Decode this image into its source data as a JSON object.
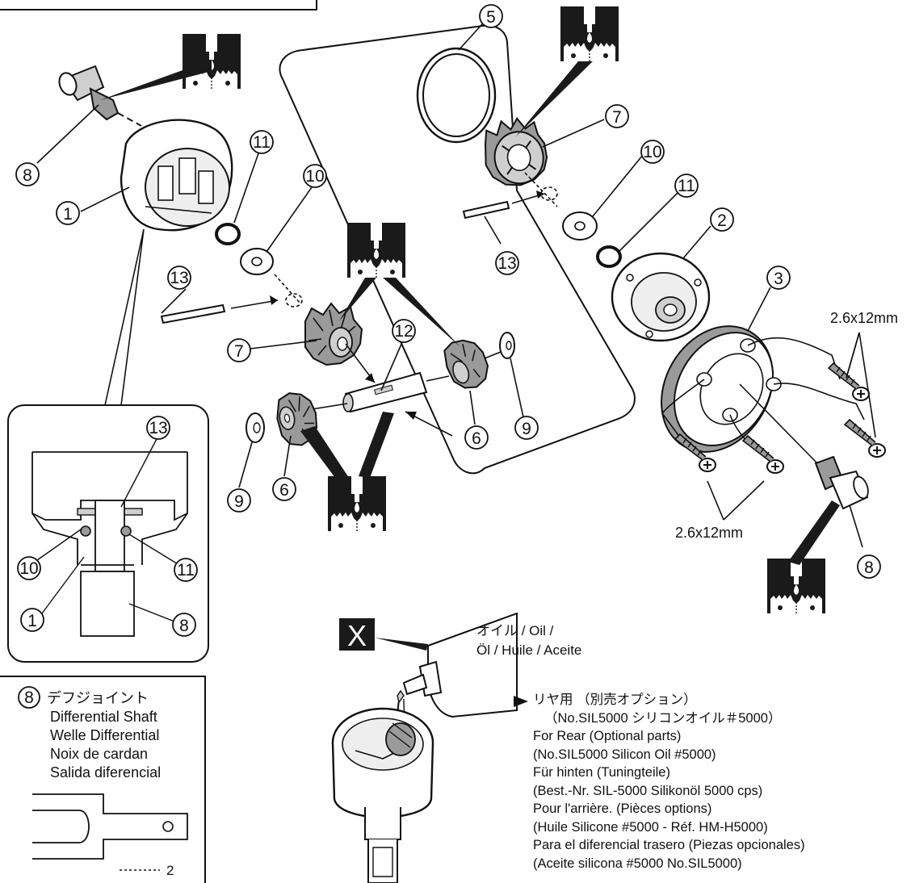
{
  "callouts": {
    "p1": "1",
    "p2": "2",
    "p3": "3",
    "p5": "5",
    "p6": "6",
    "p7": "7",
    "p8": "8",
    "p9": "9",
    "p10": "10",
    "p11": "11",
    "p12": "12",
    "p13": "13"
  },
  "screw_labels": {
    "right": "2.6x12mm",
    "bottom": "2.6x12mm"
  },
  "step_marker": "X",
  "oil_label": [
    "オイル / Oil /",
    "Öl / Huile / Aceite"
  ],
  "shaft_box": {
    "num": "8",
    "lines": [
      "デフジョイント",
      "Differential Shaft",
      "Welle Differential",
      "Noix de cardan",
      "Salida diferencial"
    ],
    "dim": "2"
  },
  "rear_note": {
    "lines": [
      "リヤ用 （別売オプション）",
      "（No.SIL5000 シリコンオイル＃5000）",
      "For Rear (Optional parts)",
      "(No.SIL5000 Silicon Oil #5000)",
      "Für hinten (Tuningteile)",
      "(Best.-Nr. SIL-5000 Silikonöl 5000 cps)",
      "Pour l'arrière. (Pièces options)",
      "(Huile Silicone #5000 - Réf. HM-H5000)",
      "Para el diferencial trasero (Piezas opcionales)",
      "(Aceite silicona #5000 No.SIL5000)"
    ]
  },
  "colors": {
    "ink": "#111111",
    "part_gray": "#9a9a9a",
    "light_gray": "#cfcfcf",
    "grease_bg": "#1a1a1a"
  },
  "icons": [
    "grease-icon",
    "oil-bottle-icon"
  ]
}
